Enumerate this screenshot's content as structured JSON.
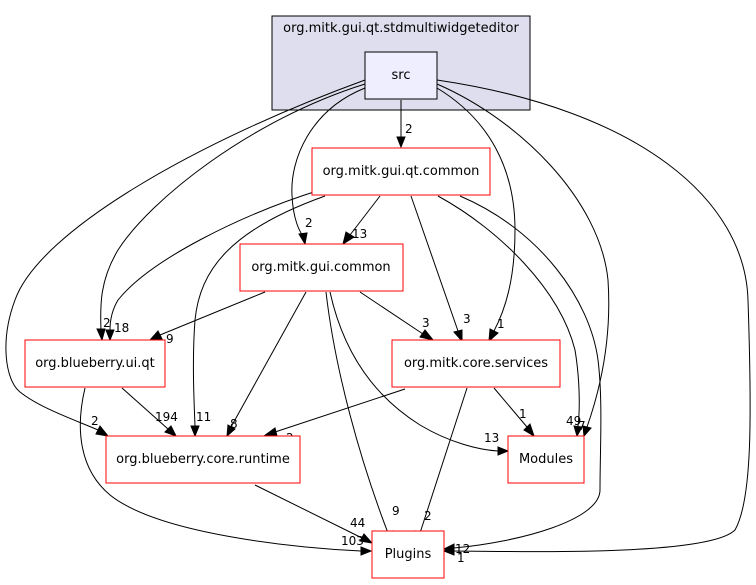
{
  "cluster": {
    "label": "org.mitk.gui.qt.stdmultiwidgeteditor",
    "fill": "#dedeee",
    "stroke": "#000000"
  },
  "nodes": {
    "src": "src",
    "gui_qt_common": "org.mitk.gui.qt.common",
    "gui_common": "org.mitk.gui.common",
    "blueberry_ui_qt": "org.blueberry.ui.qt",
    "core_services": "org.mitk.core.services",
    "blueberry_core_runtime": "org.blueberry.core.runtime",
    "modules": "Modules",
    "plugins": "Plugins"
  },
  "colors": {
    "src_fill": "#eeeeff",
    "src_stroke": "#000000",
    "node_fill": "#ffffff",
    "node_stroke": "#ff0000"
  },
  "edge_labels": {
    "src_to_gui_qt_common": "2",
    "src_to_gui_common": "2",
    "gui_qt_common_to_gui_common": "13",
    "src_to_blueberry_ui_qt": "2",
    "gui_qt_common_to_blueberry_ui_qt": "18",
    "gui_common_to_blueberry_ui_qt": "9",
    "gui_qt_common_to_core_services": "3",
    "gui_common_to_core_services": "3",
    "src_to_core_services": "1",
    "src_to_blueberry_core_runtime": "2",
    "blueberry_ui_qt_to_blueberry_core_runtime": "194",
    "gui_qt_common_to_blueberry_core_runtime": "11",
    "gui_common_to_blueberry_core_runtime": "8",
    "core_services_to_blueberry_core_runtime": "2",
    "gui_common_to_modules": "13",
    "core_services_to_modules": "1",
    "gui_qt_common_to_modules": "49",
    "src_to_modules": "7",
    "blueberry_core_runtime_to_plugins": "44",
    "blueberry_ui_qt_to_plugins": "103",
    "gui_common_to_plugins": "9",
    "core_services_to_plugins": "2",
    "gui_qt_common_to_plugins": "12",
    "src_to_plugins": "1"
  }
}
